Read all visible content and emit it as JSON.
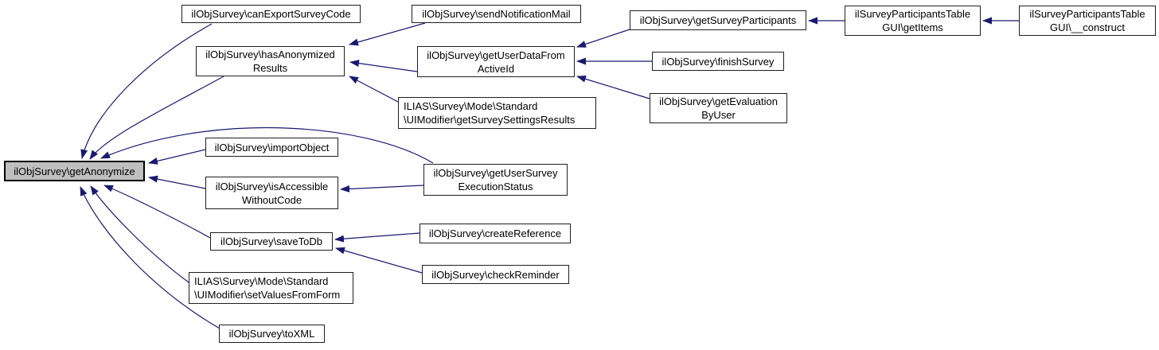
{
  "diagram": {
    "type": "call-graph",
    "edge_color": "#191970",
    "node_fill": "#ffffff",
    "main_node_fill": "#bfbfbf",
    "nodes": {
      "getAnonymize": {
        "lines": [
          "ilObjSurvey\\getAnonymize"
        ],
        "main": true
      },
      "canExportSurveyCode": {
        "lines": [
          "ilObjSurvey\\canExportSurveyCode"
        ]
      },
      "sendNotificationMail": {
        "lines": [
          "ilObjSurvey\\sendNotificationMail"
        ]
      },
      "getSurveyParticipants": {
        "lines": [
          "ilObjSurvey\\getSurveyParticipants"
        ]
      },
      "getItems": {
        "lines": [
          "ilSurveyParticipantsTable",
          "GUI\\getItems"
        ]
      },
      "construct": {
        "lines": [
          "ilSurveyParticipantsTable",
          "GUI\\__construct"
        ]
      },
      "hasAnonymizedResults": {
        "lines": [
          "ilObjSurvey\\hasAnonymized",
          "Results"
        ]
      },
      "getUserDataFromActiveId": {
        "lines": [
          "ilObjSurvey\\getUserDataFrom",
          "ActiveId"
        ]
      },
      "finishSurvey": {
        "lines": [
          "ilObjSurvey\\finishSurvey"
        ]
      },
      "getSurveySettingsResults": {
        "lines": [
          "ILIAS\\Survey\\Mode\\Standard",
          "\\UIModifier\\getSurveySettingsResults"
        ]
      },
      "getEvaluationByUser": {
        "lines": [
          "ilObjSurvey\\getEvaluation",
          "ByUser"
        ]
      },
      "importObject": {
        "lines": [
          "ilObjSurvey\\importObject"
        ]
      },
      "getUserSurveyExecutionStatus": {
        "lines": [
          "ilObjSurvey\\getUserSurvey",
          "ExecutionStatus"
        ]
      },
      "isAccessibleWithoutCode": {
        "lines": [
          "ilObjSurvey\\isAccessible",
          "WithoutCode"
        ]
      },
      "saveToDb": {
        "lines": [
          "ilObjSurvey\\saveToDb"
        ]
      },
      "createReference": {
        "lines": [
          "ilObjSurvey\\createReference"
        ]
      },
      "checkReminder": {
        "lines": [
          "ilObjSurvey\\checkReminder"
        ]
      },
      "setValuesFromForm": {
        "lines": [
          "ILIAS\\Survey\\Mode\\Standard",
          "\\UIModifier\\setValuesFromForm"
        ]
      },
      "toXML": {
        "lines": [
          "ilObjSurvey\\toXML"
        ]
      }
    },
    "edges": [
      {
        "from": "canExportSurveyCode",
        "to": "getAnonymize"
      },
      {
        "from": "hasAnonymizedResults",
        "to": "getAnonymize"
      },
      {
        "from": "getUserSurveyExecutionStatus",
        "to": "getAnonymize"
      },
      {
        "from": "importObject",
        "to": "getAnonymize"
      },
      {
        "from": "isAccessibleWithoutCode",
        "to": "getAnonymize"
      },
      {
        "from": "saveToDb",
        "to": "getAnonymize"
      },
      {
        "from": "setValuesFromForm",
        "to": "getAnonymize"
      },
      {
        "from": "toXML",
        "to": "getAnonymize"
      },
      {
        "from": "sendNotificationMail",
        "to": "hasAnonymizedResults"
      },
      {
        "from": "getUserDataFromActiveId",
        "to": "hasAnonymizedResults"
      },
      {
        "from": "getSurveySettingsResults",
        "to": "hasAnonymizedResults"
      },
      {
        "from": "getSurveyParticipants",
        "to": "getUserDataFromActiveId"
      },
      {
        "from": "finishSurvey",
        "to": "getUserDataFromActiveId"
      },
      {
        "from": "getEvaluationByUser",
        "to": "getUserDataFromActiveId"
      },
      {
        "from": "getItems",
        "to": "getSurveyParticipants"
      },
      {
        "from": "construct",
        "to": "getItems"
      },
      {
        "from": "createReference",
        "to": "saveToDb"
      },
      {
        "from": "checkReminder",
        "to": "saveToDb"
      },
      {
        "from": "getUserSurveyExecutionStatus",
        "to": "isAccessibleWithoutCode"
      }
    ]
  }
}
